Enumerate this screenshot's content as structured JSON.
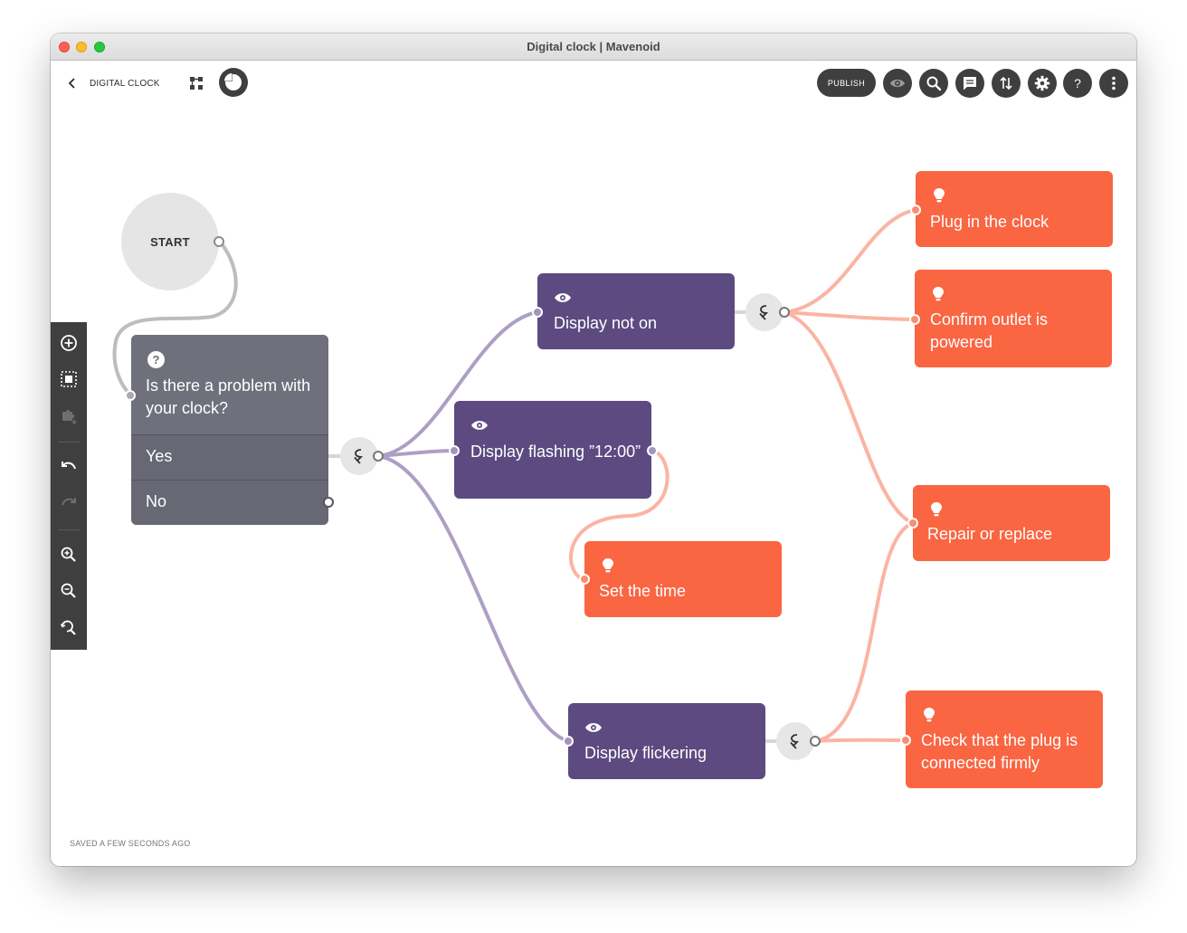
{
  "window": {
    "title": "Digital clock | Mavenoid"
  },
  "appbar": {
    "project_name": "DIGITAL CLOCK",
    "publish_label": "PUBLISH",
    "icons": [
      "chevron-left-icon",
      "tree-icon",
      "pie-chart-icon",
      "eye-icon",
      "search-icon",
      "comment-icon",
      "sort-arrows-icon",
      "gear-icon",
      "help-icon",
      "more-vertical-icon"
    ]
  },
  "toolbar": {
    "icons": [
      "add-circle-icon",
      "select-area-icon",
      "add-plugin-icon",
      "undo-icon",
      "redo-icon",
      "zoom-in-icon",
      "zoom-out-icon",
      "zoom-reset-icon"
    ]
  },
  "status": {
    "saved_text": "SAVED A FEW SECONDS AGO"
  },
  "flow": {
    "start_label": "START",
    "question": {
      "title": "Is there a problem with your clock?",
      "options": [
        "Yes",
        "No"
      ]
    },
    "observations": [
      {
        "title": "Display not on"
      },
      {
        "title": "Display flashing ”12:00”"
      },
      {
        "title": "Display flickering"
      }
    ],
    "solutions": [
      {
        "title": "Plug in the clock"
      },
      {
        "title": "Confirm outlet is powered"
      },
      {
        "title": "Set the time"
      },
      {
        "title": "Repair or replace"
      },
      {
        "title": "Check that the plug is connected firmly"
      }
    ],
    "colors": {
      "question": "#6d6e7a",
      "observation": "#5c4a80",
      "solution": "#fa6542",
      "start": "#e5e5e5",
      "question_edge": "#bdbdbd",
      "observation_edge": "#ad9fc4",
      "solution_edge": "#fbb4a3"
    }
  }
}
